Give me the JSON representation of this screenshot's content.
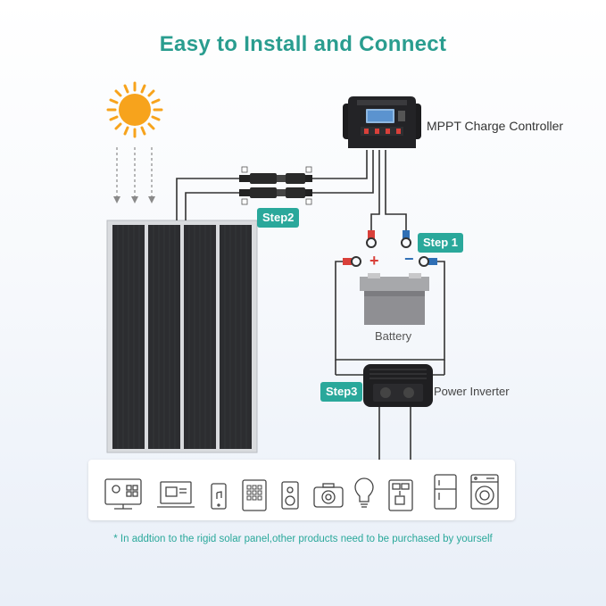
{
  "title": "Easy to Install and Connect",
  "labels": {
    "controller": "MPPT Charge Controller",
    "battery": "Battery",
    "inverter": "Power Inverter",
    "plus": "+",
    "minus": "−"
  },
  "steps": {
    "step1": "Step 1",
    "step2": "Step2",
    "step3": "Step3"
  },
  "appliances": [
    "tv-icon",
    "laptop-icon",
    "phone-icon",
    "tablet-icon",
    "speaker-icon",
    "camera-icon",
    "lightbulb-icon",
    "coffee-machine-icon",
    "fridge-icon",
    "washing-machine-icon"
  ],
  "footnote": "* In addtion to the rigid solar panel,other products need to be purchased by yourself",
  "colors": {
    "accent": "#2aa89b",
    "positive": "#d9403a",
    "negative": "#2f6fb5",
    "sun": "#f7a31c"
  }
}
